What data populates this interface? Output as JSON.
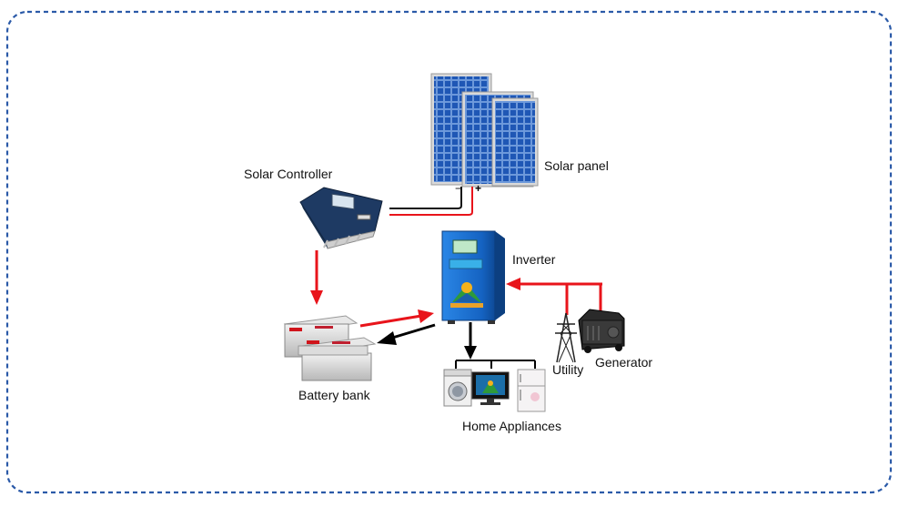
{
  "labels": {
    "solar_controller": "Solar Controller",
    "solar_panel": "Solar panel",
    "inverter": "Inverter",
    "utility": "Utility",
    "generator": "Generator",
    "battery_bank": "Battery bank",
    "home_appliances": "Home Appliances"
  },
  "panel_terminals": {
    "negative": "−",
    "positive": "+"
  },
  "colors": {
    "frame_border": "#2b5aa8",
    "red_arrow": "#e8141b",
    "black_arrow": "#000000",
    "panel_cell": "#1f57b5",
    "inverter_body": "#1d6fd0",
    "controller_body": "#1e3a63"
  }
}
